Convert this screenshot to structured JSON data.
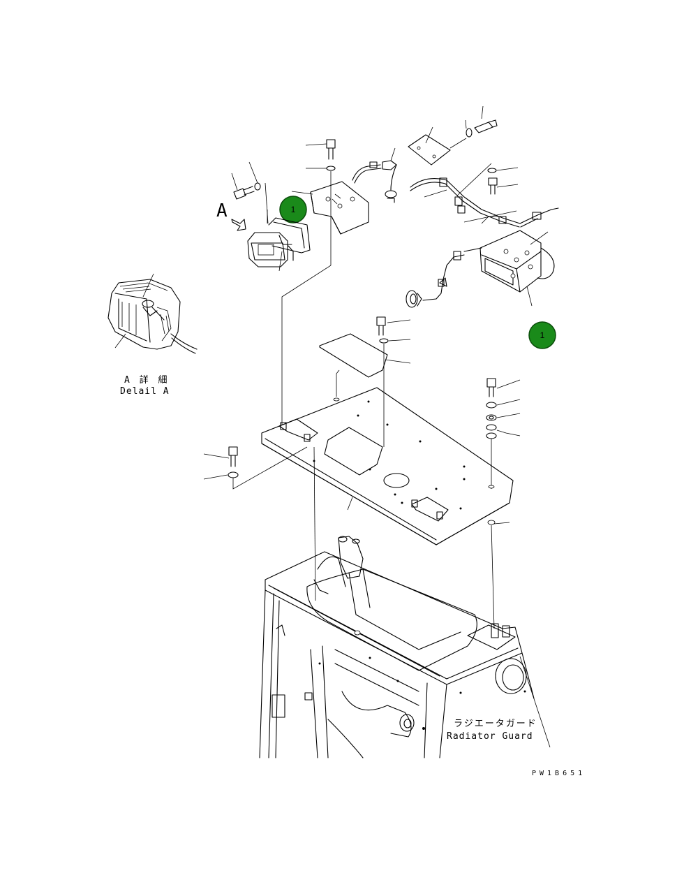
{
  "colors": {
    "line": "#000000",
    "background": "#ffffff",
    "badge_fill": "#1a8a1a",
    "badge_stroke": "#0b4d0b"
  },
  "view_label": "A",
  "detail": {
    "label_jp": "A 詳 細",
    "label_en": "Delail A"
  },
  "radiator": {
    "label_jp": "ラジエータガード",
    "label_en": "Radiator Guard"
  },
  "drawing_number": "PW1B651",
  "badges": [
    {
      "id": "badge-1",
      "text": "1"
    },
    {
      "id": "badge-2",
      "text": "1"
    }
  ]
}
